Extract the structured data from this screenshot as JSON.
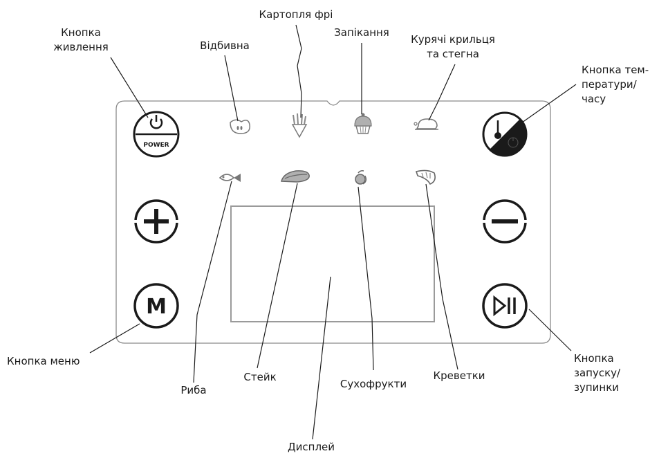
{
  "labels": {
    "power": {
      "line1": "Кнопка",
      "line2": "живлення"
    },
    "chop": "Відбивна",
    "fries": "Картопля фрі",
    "bake": "Запікання",
    "chicken": {
      "line1": "Курячі крильця",
      "line2": "та стегна"
    },
    "temp_time": {
      "line1": "Кнопка тем-",
      "line2": "ператури/",
      "line3": "часу"
    },
    "menu": "Кнопка меню",
    "fish": "Риба",
    "steak": "Стейк",
    "dried_fruit": "Сухофрукти",
    "shrimp": "Креветки",
    "start_stop": {
      "line1": "Кнопка",
      "line2": "запуску/",
      "line3": "зупинки"
    },
    "display": "Дисплей"
  },
  "panel": {
    "power_button_text": "POWER",
    "menu_button_text": "M"
  },
  "colors": {
    "line": "#1a1a1a",
    "panel_border": "#8a8a8a",
    "icon_gray": "#9a9a9a",
    "background": "#ffffff"
  },
  "icons": [
    "power-icon",
    "plus-icon",
    "menu-icon",
    "temperature-time-icon",
    "minus-icon",
    "play-pause-icon",
    "chop-icon",
    "fries-icon",
    "bake-icon",
    "chicken-icon",
    "fish-icon",
    "steak-icon",
    "dried-fruit-icon",
    "shrimp-icon"
  ]
}
